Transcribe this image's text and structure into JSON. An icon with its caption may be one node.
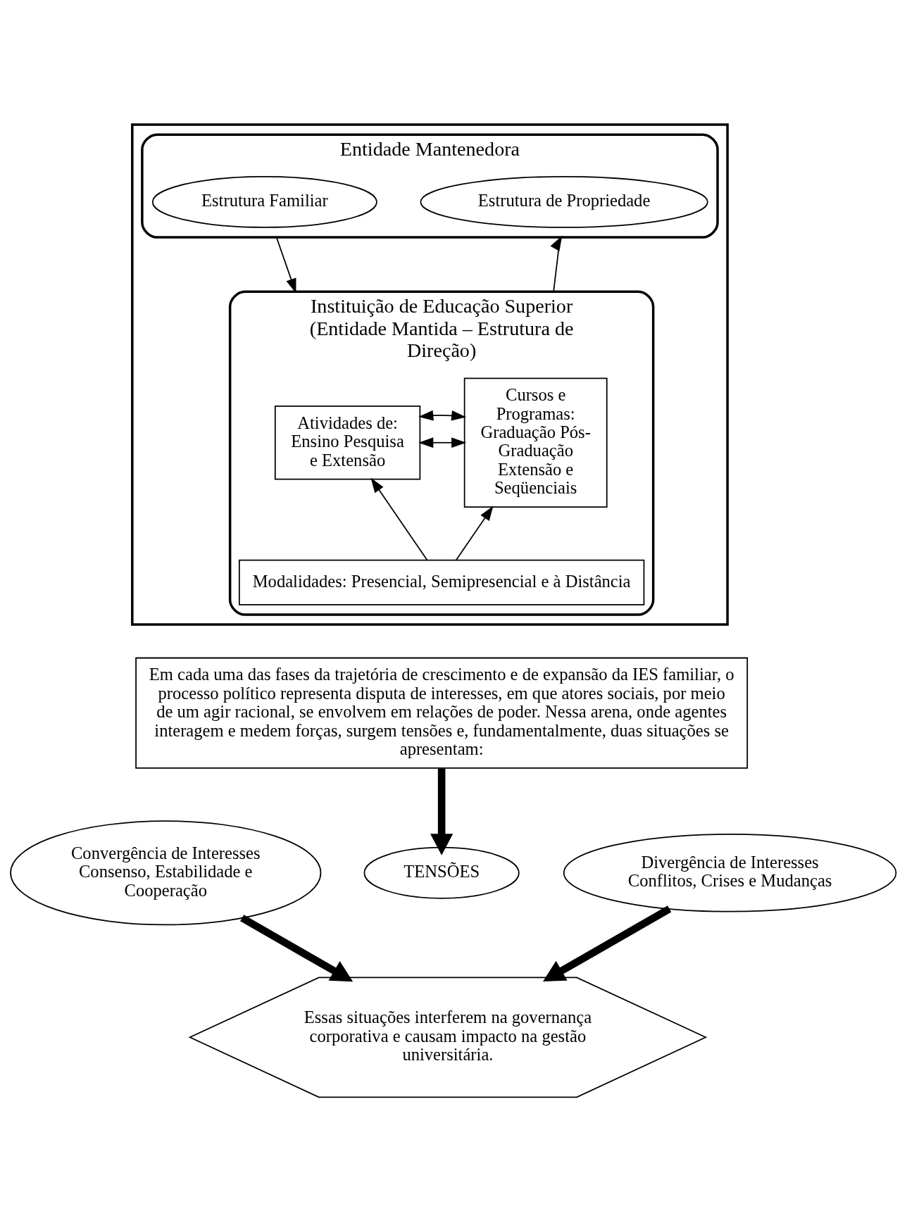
{
  "diagram": {
    "nodes": [
      {
        "text": [],
        "shape": "box"
      },
      {
        "text": [
          "Entidade Mantenedora"
        ],
        "in": 0
      },
      {
        "text": [
          "Estrutura Familiar"
        ],
        "in": 1
      },
      {
        "text": [
          "Estrutura de Propriedade"
        ],
        "in": 1
      },
      {
        "text": [
          "Instituição de Educação Superior",
          "(Entidade Mantida – Estrutura de Direção)"
        ],
        "in": 0
      },
      {
        "text": [
          "Atividades de:",
          "Ensino Pesquisa e Extensão"
        ],
        "in": 4
      },
      {
        "text": [
          "Cursos e Programas:",
          "Graduação Pós-Graduação Extensão e Seqüenciais"
        ],
        "in": 4
      },
      {
        "text": [
          "Modalidades: Presencial, Semipresencial e à Distância"
        ],
        "in": 4
      },
      {
        "text": [
          "Em cada uma das fases da trajetória de crescimento e de expansão da IES familiar, o processo político representa disputa de interesses, em que atores sociais, por meio de um agir racional, se envolvem em relações de poder. Nessa arena, onde agentes interagem e medem forças, surgem tensões e, fundamentalmente, duas situações se apresentam:"
        ]
      },
      {
        "text": [
          "Convergência de Interesses",
          "Consenso, Estabilidade e Cooperação"
        ]
      },
      {
        "text": [
          "TENSÕES"
        ]
      },
      {
        "text": [
          "Divergência de Interesses",
          "Conflitos, Crises e Mudanças"
        ]
      },
      {
        "text": [
          "Essas situações interferem na governança corporativa e causam impacto na gestão universitária."
        ]
      }
    ],
    "edges": [
      {
        "from": 1,
        "to": 4,
        "arrow": "to"
      },
      {
        "from": 4,
        "to": 1,
        "arrow": "to"
      },
      {
        "from": 5,
        "to": 6,
        "arrow": "both"
      },
      {
        "from": 5,
        "to": 6,
        "arrow": "both"
      },
      {
        "from": 7,
        "to": 5,
        "arrow": "to"
      },
      {
        "from": 7,
        "to": 6,
        "arrow": "to"
      },
      {
        "from": 8,
        "to": 10,
        "arrow": "to",
        "style": "thick"
      },
      {
        "from": 9,
        "to": 12,
        "arrow": "to",
        "style": "thick"
      },
      {
        "from": 11,
        "to": 12,
        "arrow": "to",
        "style": "thick"
      }
    ]
  }
}
